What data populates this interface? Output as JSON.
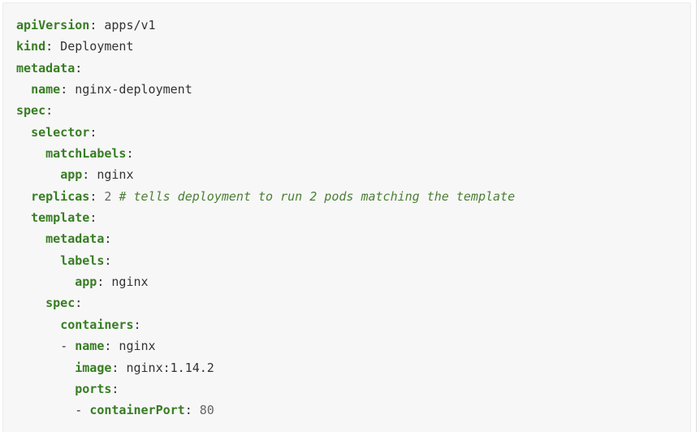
{
  "document": {
    "language": "yaml",
    "description": "Kubernetes Deployment manifest code block"
  },
  "colors": {
    "page_bg": "#ffffff",
    "block_bg": "#f7f7f7",
    "block_border": "#ececec",
    "key": "#377d23",
    "plain": "#333333",
    "comment": "#4c7f35",
    "number": "#666666",
    "punct": "#333333",
    "scrollbar_bg": "#fbfbfb",
    "scrollbar_border": "#dcdcdc"
  },
  "code": {
    "lines": [
      {
        "indent": 0,
        "tokens": [
          {
            "t": "key",
            "v": "apiVersion"
          },
          {
            "t": "punct",
            "v": ":"
          },
          {
            "t": "plain",
            "v": " apps/v1"
          }
        ]
      },
      {
        "indent": 0,
        "tokens": [
          {
            "t": "key",
            "v": "kind"
          },
          {
            "t": "punct",
            "v": ":"
          },
          {
            "t": "plain",
            "v": " Deployment"
          }
        ]
      },
      {
        "indent": 0,
        "tokens": [
          {
            "t": "key",
            "v": "metadata"
          },
          {
            "t": "punct",
            "v": ":"
          }
        ]
      },
      {
        "indent": 2,
        "tokens": [
          {
            "t": "key",
            "v": "name"
          },
          {
            "t": "punct",
            "v": ":"
          },
          {
            "t": "plain",
            "v": " nginx-deployment"
          }
        ]
      },
      {
        "indent": 0,
        "tokens": [
          {
            "t": "key",
            "v": "spec"
          },
          {
            "t": "punct",
            "v": ":"
          }
        ]
      },
      {
        "indent": 2,
        "tokens": [
          {
            "t": "key",
            "v": "selector"
          },
          {
            "t": "punct",
            "v": ":"
          }
        ]
      },
      {
        "indent": 4,
        "tokens": [
          {
            "t": "key",
            "v": "matchLabels"
          },
          {
            "t": "punct",
            "v": ":"
          }
        ]
      },
      {
        "indent": 6,
        "tokens": [
          {
            "t": "key",
            "v": "app"
          },
          {
            "t": "punct",
            "v": ":"
          },
          {
            "t": "plain",
            "v": " nginx"
          }
        ]
      },
      {
        "indent": 2,
        "tokens": [
          {
            "t": "key",
            "v": "replicas"
          },
          {
            "t": "punct",
            "v": ":"
          },
          {
            "t": "plain",
            "v": " "
          },
          {
            "t": "number",
            "v": "2"
          },
          {
            "t": "plain",
            "v": " "
          },
          {
            "t": "comment",
            "v": "# tells deployment to run 2 pods matching the template"
          }
        ]
      },
      {
        "indent": 2,
        "tokens": [
          {
            "t": "key",
            "v": "template"
          },
          {
            "t": "punct",
            "v": ":"
          }
        ]
      },
      {
        "indent": 4,
        "tokens": [
          {
            "t": "key",
            "v": "metadata"
          },
          {
            "t": "punct",
            "v": ":"
          }
        ]
      },
      {
        "indent": 6,
        "tokens": [
          {
            "t": "key",
            "v": "labels"
          },
          {
            "t": "punct",
            "v": ":"
          }
        ]
      },
      {
        "indent": 8,
        "tokens": [
          {
            "t": "key",
            "v": "app"
          },
          {
            "t": "punct",
            "v": ":"
          },
          {
            "t": "plain",
            "v": " nginx"
          }
        ]
      },
      {
        "indent": 4,
        "tokens": [
          {
            "t": "key",
            "v": "spec"
          },
          {
            "t": "punct",
            "v": ":"
          }
        ]
      },
      {
        "indent": 6,
        "tokens": [
          {
            "t": "key",
            "v": "containers"
          },
          {
            "t": "punct",
            "v": ":"
          }
        ]
      },
      {
        "indent": 6,
        "tokens": [
          {
            "t": "punct",
            "v": "-"
          },
          {
            "t": "plain",
            "v": " "
          },
          {
            "t": "key",
            "v": "name"
          },
          {
            "t": "punct",
            "v": ":"
          },
          {
            "t": "plain",
            "v": " nginx"
          }
        ]
      },
      {
        "indent": 8,
        "tokens": [
          {
            "t": "key",
            "v": "image"
          },
          {
            "t": "punct",
            "v": ":"
          },
          {
            "t": "plain",
            "v": " nginx:1.14.2"
          }
        ]
      },
      {
        "indent": 8,
        "tokens": [
          {
            "t": "key",
            "v": "ports"
          },
          {
            "t": "punct",
            "v": ":"
          }
        ]
      },
      {
        "indent": 8,
        "tokens": [
          {
            "t": "punct",
            "v": "-"
          },
          {
            "t": "plain",
            "v": " "
          },
          {
            "t": "key",
            "v": "containerPort"
          },
          {
            "t": "punct",
            "v": ":"
          },
          {
            "t": "plain",
            "v": " "
          },
          {
            "t": "number",
            "v": "80"
          }
        ]
      }
    ]
  }
}
